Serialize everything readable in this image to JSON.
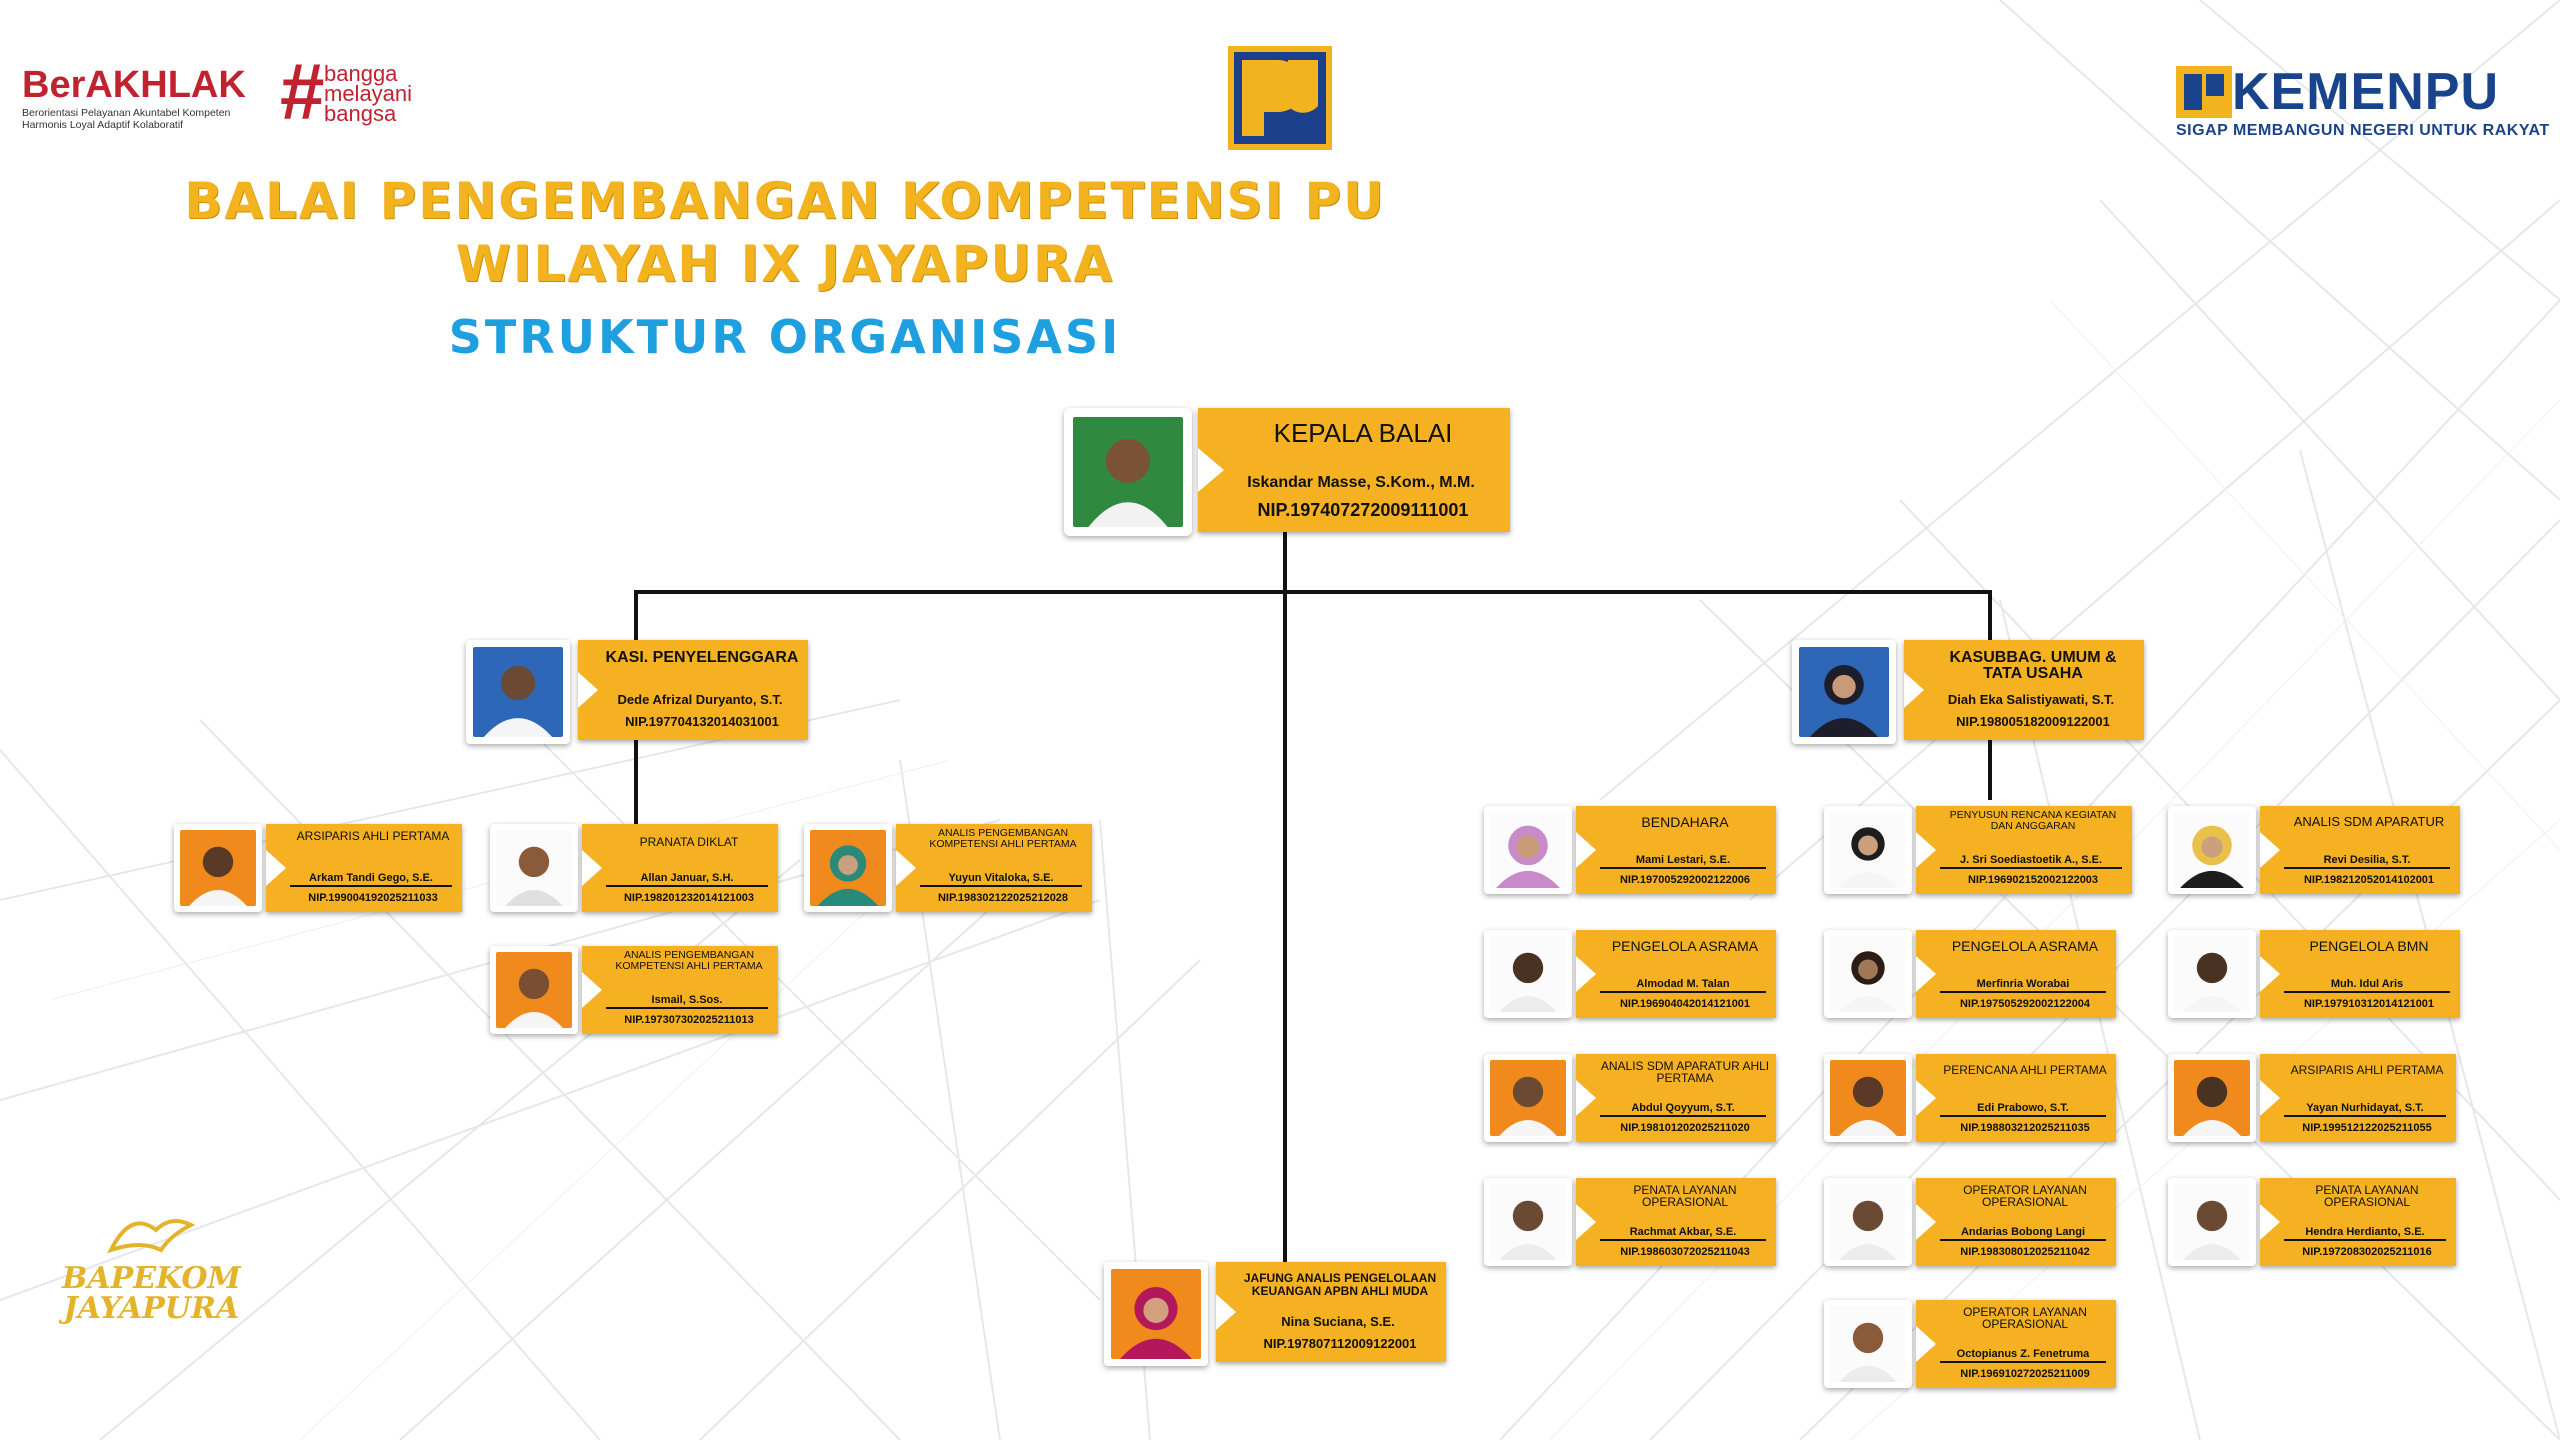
{
  "header": {
    "title_line1": "BALAI PENGEMBANGAN KOMPETENSI PU",
    "title_line2": "WILAYAH IX JAYAPURA",
    "subtitle": "STRUKTUR ORGANISASI"
  },
  "logos": {
    "berakhlak": "BerAKHLAK",
    "berakhlak_tag_1": "Berorientasi Pelayanan Akuntabel Kompeten",
    "berakhlak_tag_2": "Harmonis Loyal Adaptif Kolaboratif",
    "bangga_1": "bangga",
    "bangga_2": "melayani",
    "bangga_3": "bangsa",
    "kemenpu": "KEMENPU",
    "kemenpu_tagline": "SIGAP MEMBANGUN NEGERI UNTUK RAKYAT",
    "bapekom_1": "BAPEKOM",
    "bapekom_2": "JAYAPURA"
  },
  "colors": {
    "accent_yellow": "#f6b123",
    "title_yellow": "#f2b31f",
    "subtitle_blue": "#1e9fe0",
    "brand_red": "#c0232f",
    "brand_navy": "#19438a"
  },
  "head": {
    "position": "KEPALA BALAI",
    "name": "Iskandar Masse, S.Kom., M.M.",
    "nip": "NIP.197407272009111001"
  },
  "kasi": {
    "position": "KASI. PENYELENGGARA",
    "name": "Dede Afrizal Duryanto, S.T.",
    "nip": "NIP.197704132014031001"
  },
  "kasubbag": {
    "position": "KASUBBAG. UMUM & TATA USAHA",
    "name": "Diah Eka Salistiyawati, S.T.",
    "nip": "NIP.198005182009122001"
  },
  "jafung": {
    "position": "JAFUNG ANALIS PENGELOLAAN KEUANGAN APBN AHLI MUDA",
    "name": "Nina Suciana, S.E.",
    "nip": "NIP.197807112009122001"
  },
  "staff": {
    "arsiparis1": {
      "position": "ARSIPARIS AHLI PERTAMA",
      "name": "Arkam Tandi Gego, S.E.",
      "nip": "NIP.199004192025211033"
    },
    "pranata": {
      "position": "PRANATA DIKLAT",
      "name": "Allan Januar, S.H.",
      "nip": "NIP.198201232014121003"
    },
    "analis_pk1": {
      "position": "ANALIS PENGEMBANGAN KOMPETENSI AHLI PERTAMA",
      "name": "Yuyun Vitaloka, S.E.",
      "nip": "NIP.198302122025212028"
    },
    "analis_pk2": {
      "position": "ANALIS PENGEMBANGAN KOMPETENSI AHLI PERTAMA",
      "name": "Ismail, S.Sos.",
      "nip": "NIP.197307302025211013"
    },
    "bendahara": {
      "position": "BENDAHARA",
      "name": "Mami Lestari, S.E.",
      "nip": "NIP.197005292002122006"
    },
    "asrama1": {
      "position": "PENGELOLA ASRAMA",
      "name": "Almodad M. Talan",
      "nip": "NIP.196904042014121001"
    },
    "sdm1": {
      "position": "ANALIS SDM APARATUR AHLI PERTAMA",
      "name": "Abdul Qoyyum, S.T.",
      "nip": "NIP.198101202025211020"
    },
    "layanan1": {
      "position": "PENATA LAYANAN OPERASIONAL",
      "name": "Rachmat Akbar, S.E.",
      "nip": "NIP.198603072025211043"
    },
    "penyusun": {
      "position": "PENYUSUN RENCANA KEGIATAN DAN ANGGARAN",
      "name": "J. Sri Soediastoetik A., S.E.",
      "nip": "NIP.196902152002122003"
    },
    "asrama2": {
      "position": "PENGELOLA ASRAMA",
      "name": "Merfinria Worabai",
      "nip": "NIP.197505292002122004"
    },
    "perencana": {
      "position": "PERENCANA AHLI PERTAMA",
      "name": "Edi Prabowo, S.T.",
      "nip": "NIP.198803212025211035"
    },
    "operator1": {
      "position": "OPERATOR LAYANAN OPERASIONAL",
      "name": "Andarias Bobong Langi",
      "nip": "NIP.198308012025211042"
    },
    "operator2": {
      "position": "OPERATOR LAYANAN OPERASIONAL",
      "name": "Octopianus Z. Fenetruma",
      "nip": "NIP.196910272025211009"
    },
    "sdm2": {
      "position": "ANALIS SDM APARATUR",
      "name": "Revi Desilia, S.T.",
      "nip": "NIP.198212052014102001"
    },
    "bmn": {
      "position": "PENGELOLA BMN",
      "name": "Muh. Idul Aris",
      "nip": "NIP.197910312014121001"
    },
    "arsiparis2": {
      "position": "ARSIPARIS AHLI PERTAMA",
      "name": "Yayan Nurhidayat, S.T.",
      "nip": "NIP.199512122025211055"
    },
    "layanan2": {
      "position": "PENATA LAYANAN OPERASIONAL",
      "name": "Hendra Herdianto, S.E.",
      "nip": "NIP.197208302025211016"
    }
  }
}
